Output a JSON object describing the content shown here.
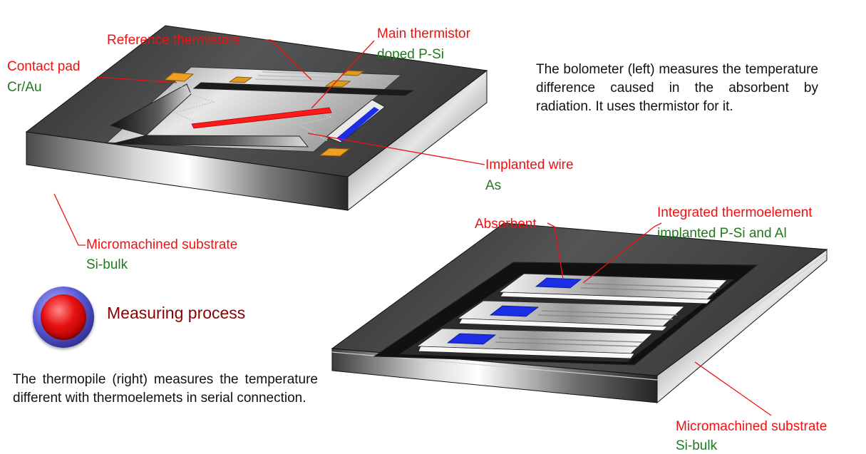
{
  "bolometer": {
    "labels": {
      "reference_thermistors": "Reference thermistors",
      "main_thermistor": "Main thermistor",
      "main_thermistor_material": "doped P-Si",
      "contact_pad": "Contact pad",
      "contact_pad_material": "Cr/Au",
      "implanted_wire": "Implanted wire",
      "implanted_wire_material": "As",
      "substrate": "Micromachined substrate",
      "substrate_material": "Si-bulk"
    },
    "description": "The bolometer (left) measures the temperature difference caused in the absorbent by radiation. It uses thermistor for it."
  },
  "thermopile": {
    "labels": {
      "absorbent": "Absorbent",
      "thermoelement": "Integrated thermoelement",
      "thermoelement_material": "implanted P-Si and Al",
      "substrate": "Micromachined substrate",
      "substrate_material": "Si-bulk"
    },
    "description": "The thermopile (right) measures the temperature different with thermoelemets in serial connection."
  },
  "measure_button": {
    "label": "Measuring process"
  },
  "colors": {
    "label_name": "#ee1111",
    "label_material": "#1f7a1f",
    "button_label": "#8b0000",
    "contact_pad": "#f0a020",
    "main_thermistor": "#ff1a1a",
    "absorbent": "#1a2ee6"
  }
}
